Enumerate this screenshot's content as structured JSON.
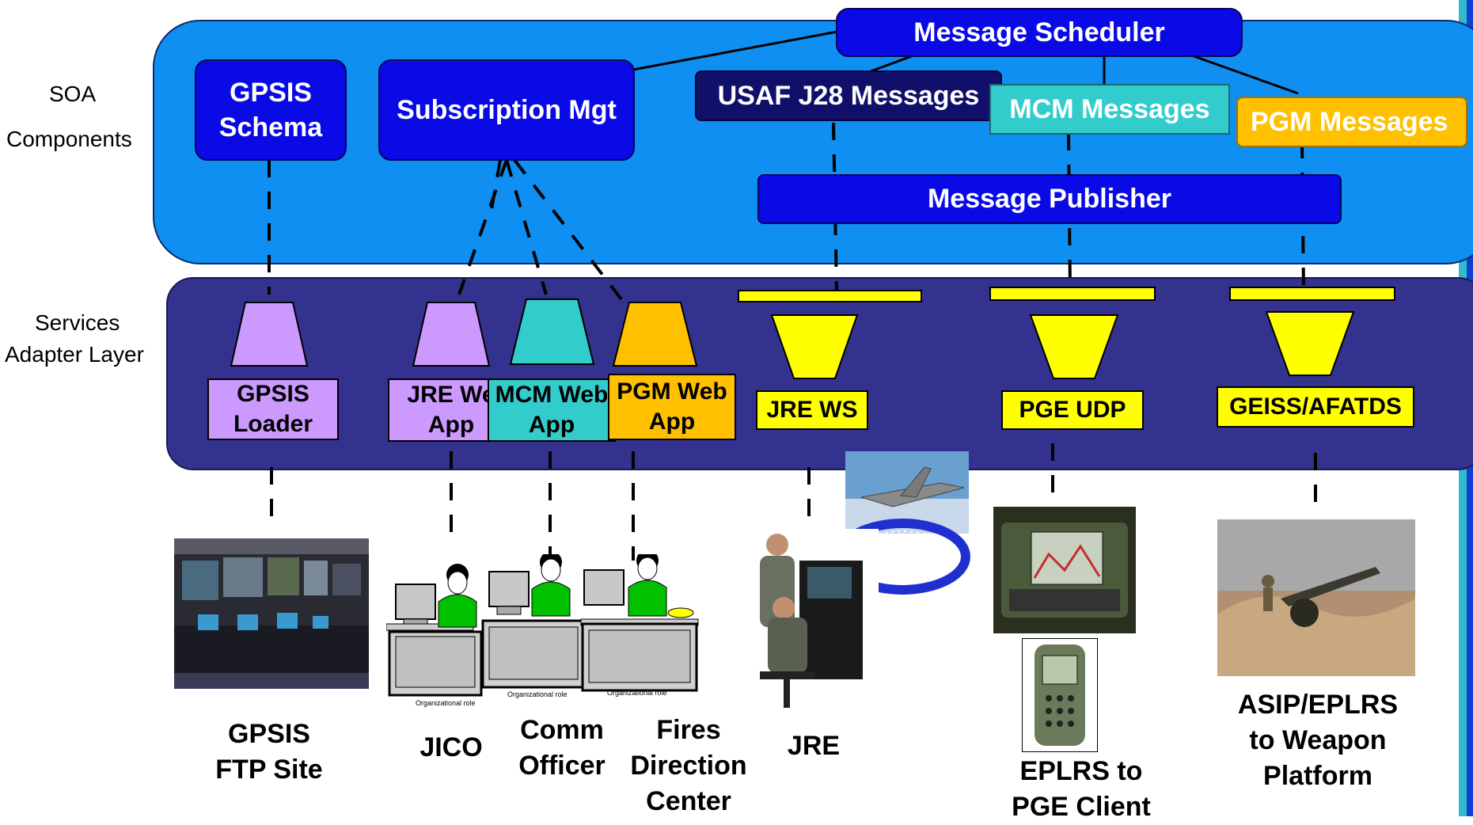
{
  "layers": {
    "soa": {
      "line1": "SOA",
      "line2": "Components"
    },
    "services": {
      "line1": "Services",
      "line2": "Adapter Layer"
    }
  },
  "soa_components": {
    "message_scheduler": "Message Scheduler",
    "gpsis_schema": {
      "line1": "GPSIS",
      "line2": "Schema"
    },
    "subscription_mgt": "Subscription Mgt",
    "usaf_j28": "USAF J28 Messages",
    "mcm_messages": "MCM Messages",
    "pgm_messages": "PGM Messages",
    "message_publisher": "Message Publisher"
  },
  "adapters": {
    "gpsis_loader": {
      "line1": "GPSIS",
      "line2": "Loader"
    },
    "jre_web_app": {
      "line1": "JRE We",
      "line2": "App"
    },
    "mcm_web_app": {
      "line1": "MCM Web",
      "line2": "App"
    },
    "pgm_web_app": {
      "line1": "PGM Web",
      "line2": "App"
    },
    "jre_ws": "JRE WS",
    "pge_udp": "PGE UDP",
    "geiss_afatds": "GEISS/AFATDS"
  },
  "workstation_role_label": "Organizational role",
  "endpoints": {
    "gpsis_ftp": {
      "line1": "GPSIS",
      "line2": "FTP Site"
    },
    "jico": "JICO",
    "comm_officer": {
      "line1": "Comm",
      "line2": "Officer"
    },
    "fires": {
      "line1": "Fires",
      "line2": "Direction",
      "line3": "Center"
    },
    "jre": "JRE",
    "eplrs_pge": {
      "line1": "EPLRS to",
      "line2": "PGE Client"
    },
    "asip_eplrs": {
      "line1": "ASIP/EPLRS",
      "line2": "to Weapon",
      "line3": "Platform"
    }
  },
  "colors": {
    "soa_band": "#0f8ff2",
    "services_band": "#33338f",
    "component_blue": "#0a0ae6",
    "usaf_navy": "#10106a",
    "mcm_teal": "#33cccc",
    "pgm_gold": "#ffc000",
    "lavender": "#cc99ff",
    "adapter_yellow": "#ffff00"
  }
}
